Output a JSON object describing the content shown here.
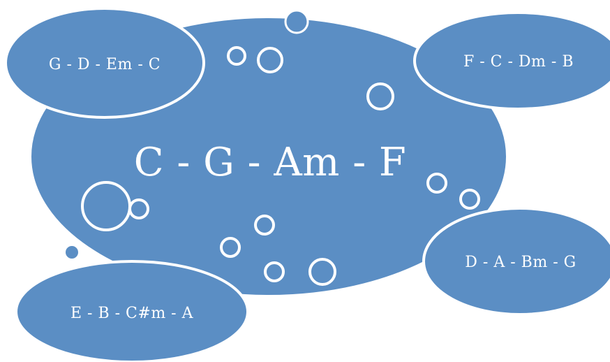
{
  "diagram": {
    "fill_color": "#5b8ec4",
    "stroke_color": "#ffffff",
    "center": {
      "label": "C - G - Am - F"
    },
    "variations": [
      {
        "label": "G - D - Em - C"
      },
      {
        "label": "F - C - Dm - B"
      },
      {
        "label": "D - A - Bm - G"
      },
      {
        "label": "E - B - C#m - A"
      }
    ]
  }
}
